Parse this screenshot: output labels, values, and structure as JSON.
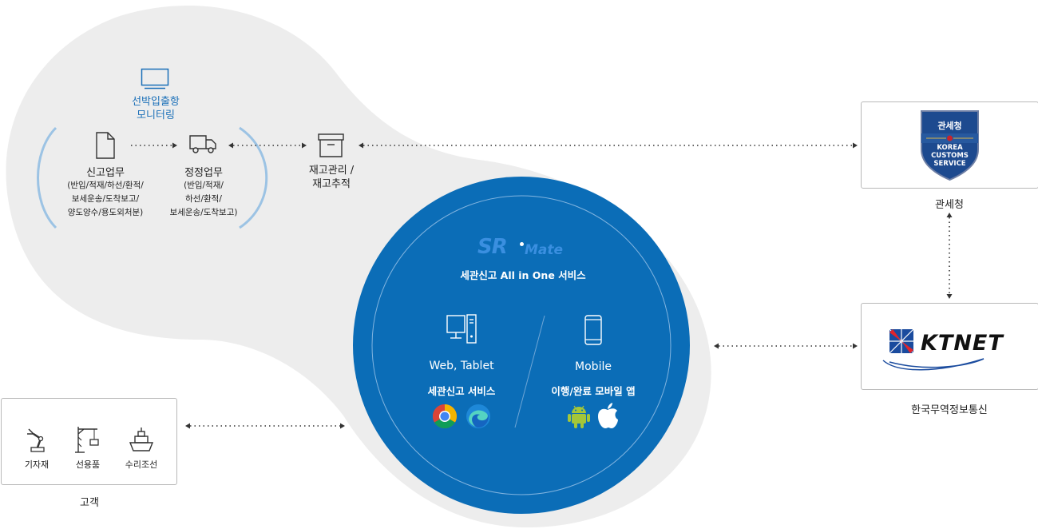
{
  "monitoring": {
    "title_line1": "선박입출항",
    "title_line2": "모니터링"
  },
  "declaration": {
    "title": "신고업무",
    "lines": [
      "(반입/적재/하선/환적/",
      "보세운송/도착보고/",
      "양도양수/용도외처분)"
    ]
  },
  "correction": {
    "title": "정정업무",
    "lines": [
      "(반입/적재/",
      "하선/환적/",
      "보세운송/도착보고)"
    ]
  },
  "inventory": {
    "line1": "재고관리 /",
    "line2": "재고추적"
  },
  "srmate": {
    "logo_main": "SR",
    "logo_sub": "Mate",
    "tagline": "세관신고 All in One  서비스",
    "web": {
      "title": "Web, Tablet",
      "subtitle": "세관신고 서비스"
    },
    "mobile": {
      "title": "Mobile",
      "subtitle": "이행/완료 모바일 앱"
    }
  },
  "customs": {
    "badge_top": "관세청",
    "badge_lines": [
      "KOREA",
      "CUSTOMS",
      "SERVICE"
    ],
    "caption": "관세청"
  },
  "ktnet": {
    "logo": "KTNET",
    "caption": "한국무역정보통신"
  },
  "customers": {
    "caption": "고객",
    "items": [
      {
        "label": "기자재",
        "icon": "robot-arm-icon"
      },
      {
        "label": "선용품",
        "icon": "crane-icon"
      },
      {
        "label": "수리조선",
        "icon": "ship-icon"
      }
    ]
  },
  "colors": {
    "blue": "#0b6db7",
    "light_blue_title": "#1a6fb8",
    "bracket": "#9cc3e4",
    "bg_gray": "#ededed"
  }
}
